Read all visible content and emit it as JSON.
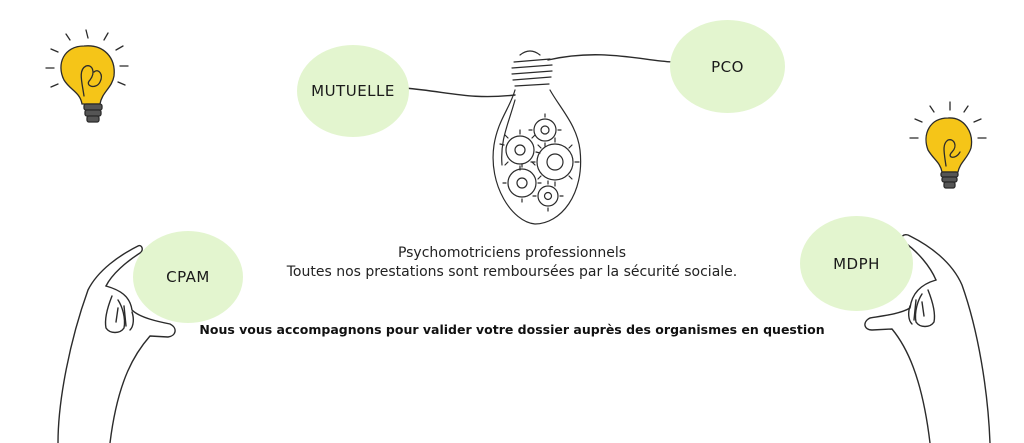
{
  "colors": {
    "bubble": "#e3f5cf",
    "bulb_yellow": "#f5c518",
    "line": "#2b2b2b"
  },
  "bubbles": {
    "mutuelle": "MUTUELLE",
    "pco": "PCO",
    "cpam": "CPAM",
    "mdph": "MDPH"
  },
  "text": {
    "line1": "Psychomotriciens professionnels",
    "line2": "Toutes nos prestations sont remboursées par la sécurité sociale.",
    "subline": "Nous vous accompagnons pour valider votre dossier auprès des organismes en question"
  },
  "icons": {
    "left_bulb": "lightbulb-icon",
    "right_bulb": "lightbulb-icon",
    "center_bulb": "gear-lightbulb-icon",
    "left_hand": "hand-icon",
    "right_hand": "hand-icon"
  }
}
